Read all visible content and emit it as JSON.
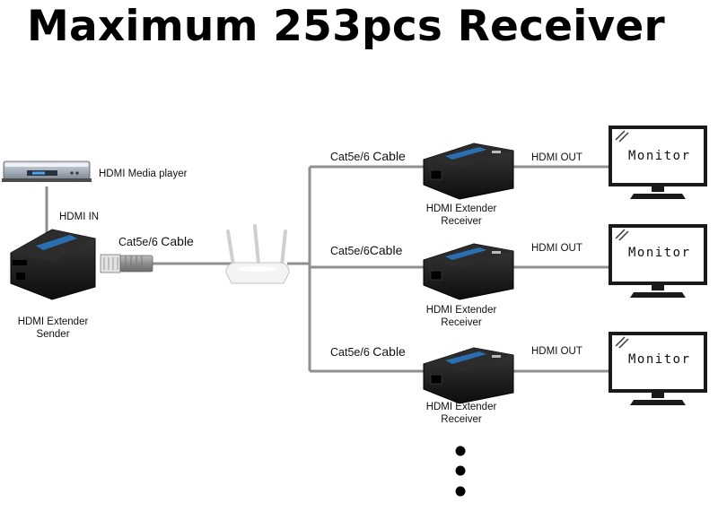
{
  "title": "Maximum 253pcs Receiver",
  "sender_side": {
    "media_player_label": "HDMI Media player",
    "hdmi_in_label": "HDMI IN",
    "sender_label_line1": "HDMI Extender",
    "sender_label_line2": "Sender",
    "cable_label_prefix": "Cat5e/6",
    "cable_label_suffix": "Cable"
  },
  "receivers": [
    {
      "cable_prefix": "Cat5e/6",
      "cable_suffix": "Cable",
      "device_line1": "HDMI Extender",
      "device_line2": "Receiver",
      "output_label": "HDMI OUT",
      "monitor_label": "Monitor"
    },
    {
      "cable_prefix": "Cat5e/6",
      "cable_suffix": "Cable",
      "device_line1": "HDMI Extender",
      "device_line2": "Receiver",
      "output_label": "HDMI OUT",
      "monitor_label": "Monitor"
    },
    {
      "cable_prefix": "Cat5e/6",
      "cable_suffix": "Cable",
      "device_line1": "HDMI Extender",
      "device_line2": "Receiver",
      "output_label": "HDMI OUT",
      "monitor_label": "Monitor"
    }
  ],
  "colors": {
    "cable_line": "#8f8f8f",
    "device_body": "#1c1c1c",
    "device_brand": "#2a6fb0",
    "monitor_bezel": "#1a1a1a"
  }
}
